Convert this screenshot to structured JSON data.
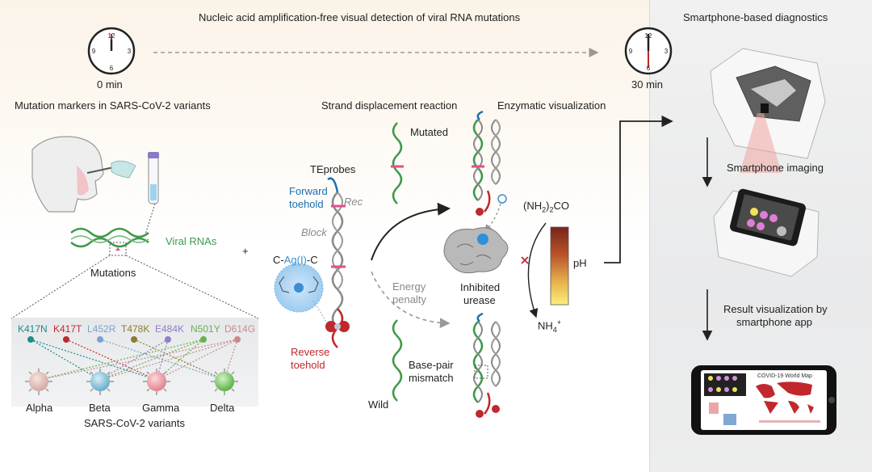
{
  "header": {
    "title": "Nucleic acid amplification-free visual detection of viral RNA mutations",
    "start_time": "0 min",
    "end_time": "30 min"
  },
  "sections": {
    "mutation_markers": "Mutation markers in SARS-CoV-2 variants",
    "strand_displacement": "Strand displacement reaction",
    "enzymatic_visualization": "Enzymatic visualization",
    "smartphone_diagnostics": "Smartphone-based diagnostics"
  },
  "left": {
    "viral_rnas": "Viral RNAs",
    "mutations": "Mutations",
    "plus": "+",
    "mutation_labels": [
      {
        "label": "K417N",
        "color": "#1f8c8c"
      },
      {
        "label": "K417T",
        "color": "#c0282d"
      },
      {
        "label": "L452R",
        "color": "#7aa3cf"
      },
      {
        "label": "T478K",
        "color": "#8a7d2a"
      },
      {
        "label": "E484K",
        "color": "#8f7fc7"
      },
      {
        "label": "N501Y",
        "color": "#6ab04c"
      },
      {
        "label": "D614G",
        "color": "#c98a8a"
      }
    ],
    "variants": [
      {
        "label": "Alpha",
        "color": "#e8c7c0"
      },
      {
        "label": "Beta",
        "color": "#8ec5e0"
      },
      {
        "label": "Gamma",
        "color": "#f0a8ad"
      },
      {
        "label": "Delta",
        "color": "#7fcf6a"
      }
    ],
    "variants_caption": "SARS-CoV-2 variants"
  },
  "probe": {
    "teprobes": "TEprobes",
    "forward_toehold_line1": "Forward",
    "forward_toehold_line2": "toehold",
    "rec": "Rec",
    "block": "Block",
    "c_ag_c_prefix": "C-",
    "c_ag_c_middle": "Ag(I)",
    "c_ag_c_suffix": "-C",
    "reverse_toehold_line1": "Reverse",
    "reverse_toehold_line2": "toehold"
  },
  "reaction": {
    "mutated": "Mutated",
    "wild": "Wild",
    "energy_line1": "Energy",
    "energy_line2": "penalty",
    "bp_line1": "Base-pair",
    "bp_line2": "mismatch",
    "inhibited_line1": "Inhibited",
    "inhibited_line2": "urease",
    "urea_main": "(NH",
    "urea_sub": "2",
    "urea_tail": ")",
    "urea_sub2": "2",
    "urea_end": "CO",
    "ph": "pH",
    "nh4_main": "NH",
    "nh4_sub": "4",
    "nh4_sup": "+"
  },
  "smartphone": {
    "imaging": "Smartphone imaging",
    "result_line1": "Result visualization by",
    "result_line2": "smartphone app",
    "app_map_title": "COVID-19 World Map"
  },
  "colors": {
    "green_strand": "#3f9a4a",
    "grey_strand": "#8a8a8a",
    "blue_strand": "#1a6fb0",
    "red_strand": "#c0282d",
    "pink_mark": "#e0508a",
    "forward_label": "#1a6fb0",
    "reverse_label": "#c0282d",
    "silver_label": "#3a8fd0"
  }
}
